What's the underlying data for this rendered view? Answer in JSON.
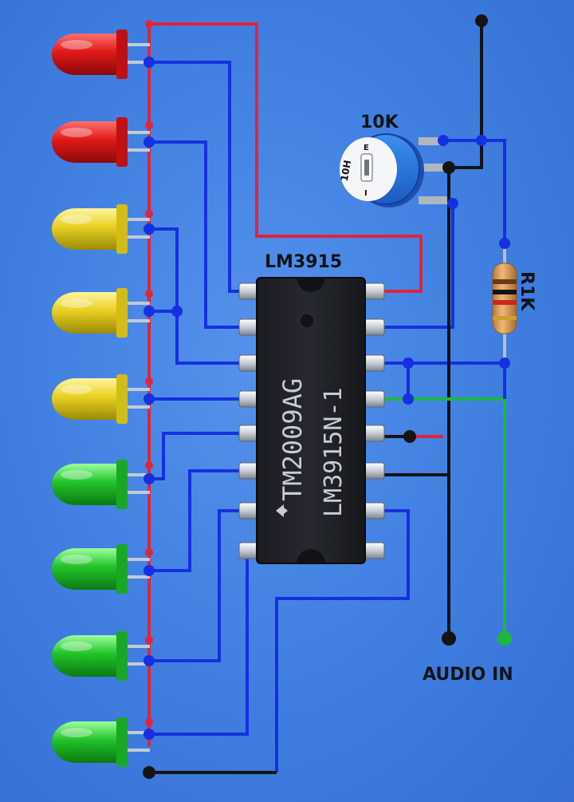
{
  "labels": {
    "ic_name": "LM3915",
    "pot_value": "10K",
    "resistor": "R1K",
    "input": "AUDIO IN"
  },
  "chip": {
    "line1": "TM2009AG",
    "line2": "LM3915N-1"
  },
  "pot_markings": {
    "code": "10H",
    "top_letter": "E",
    "bottom_letter": "I"
  },
  "colors": {
    "background": "#3f7fe0",
    "wire_red": "#e0243a",
    "wire_blue": "#1530e0",
    "wire_black": "#141414",
    "wire_green": "#1db83a",
    "led_red": "#e01818",
    "led_yellow": "#e8d020",
    "led_green": "#22c22a"
  },
  "leds": [
    {
      "color": "red"
    },
    {
      "color": "red"
    },
    {
      "color": "yellow"
    },
    {
      "color": "yellow"
    },
    {
      "color": "yellow"
    },
    {
      "color": "green"
    },
    {
      "color": "green"
    },
    {
      "color": "green"
    },
    {
      "color": "green"
    }
  ]
}
